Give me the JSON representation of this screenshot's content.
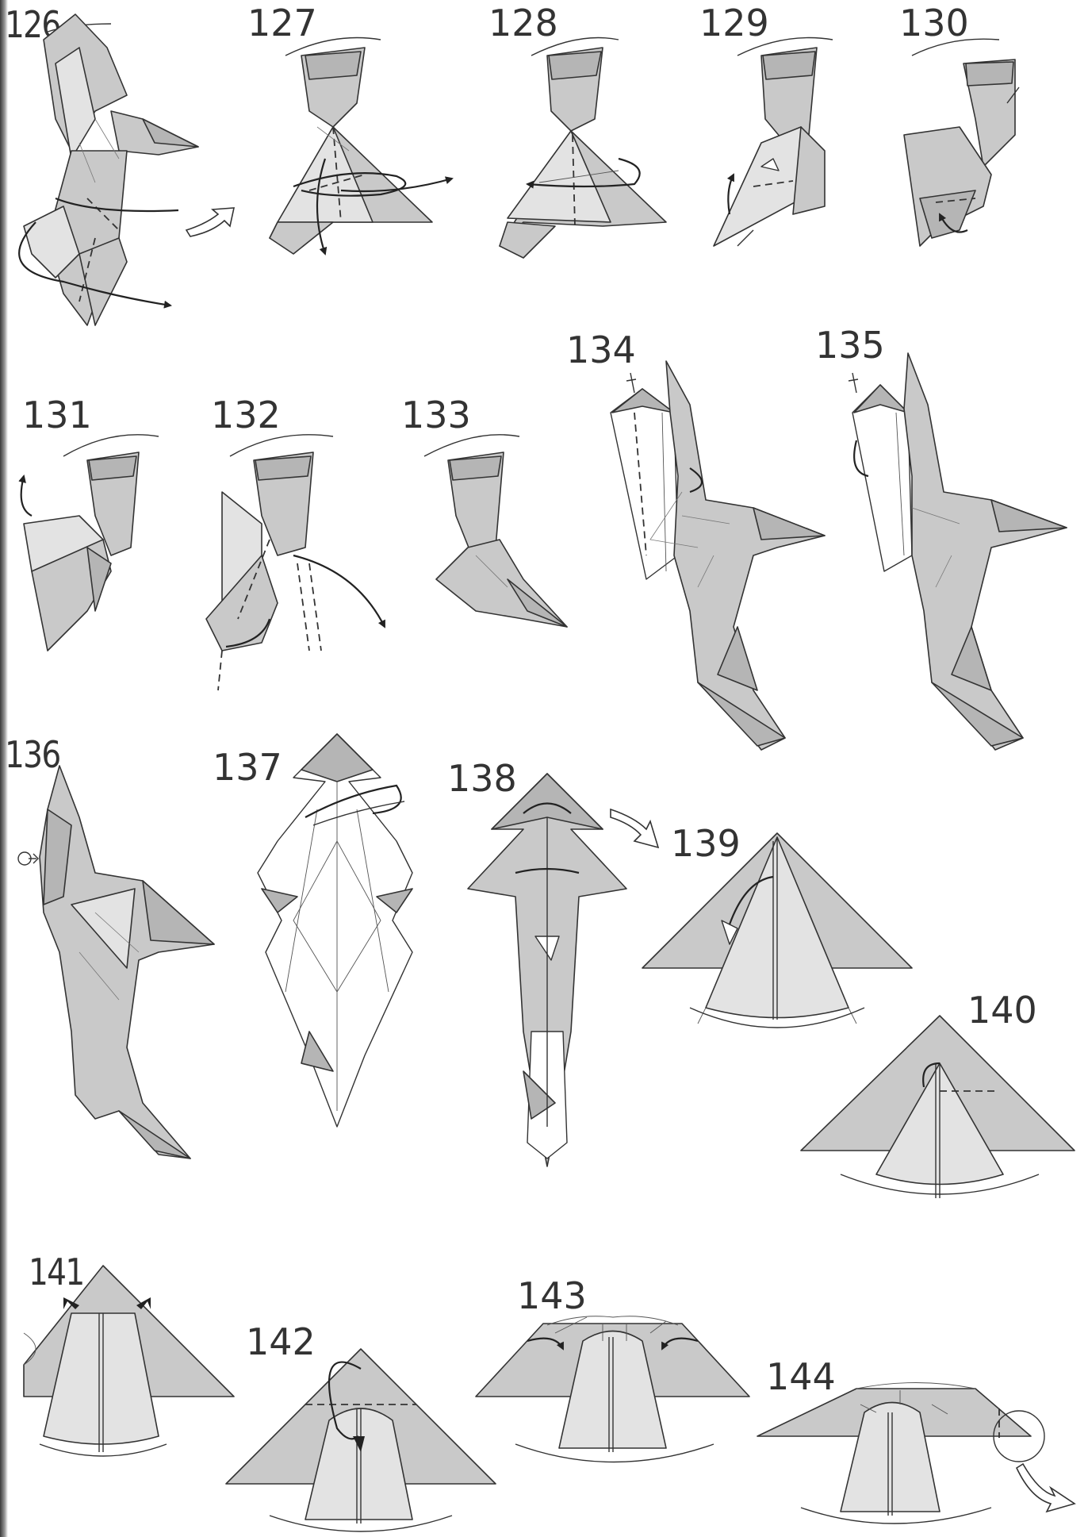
{
  "steps": [
    {
      "num": "126"
    },
    {
      "num": "127"
    },
    {
      "num": "128"
    },
    {
      "num": "129"
    },
    {
      "num": "130"
    },
    {
      "num": "131"
    },
    {
      "num": "132"
    },
    {
      "num": "133"
    },
    {
      "num": "134"
    },
    {
      "num": "135"
    },
    {
      "num": "136"
    },
    {
      "num": "137"
    },
    {
      "num": "138"
    },
    {
      "num": "139"
    },
    {
      "num": "140"
    },
    {
      "num": "141"
    },
    {
      "num": "142"
    },
    {
      "num": "143"
    },
    {
      "num": "144"
    }
  ],
  "colors": {
    "paper": "#c9c9c9",
    "paper_dark": "#b5b5b5",
    "paper_light": "#e3e3e3",
    "line": "#333333",
    "text": "#333333"
  }
}
